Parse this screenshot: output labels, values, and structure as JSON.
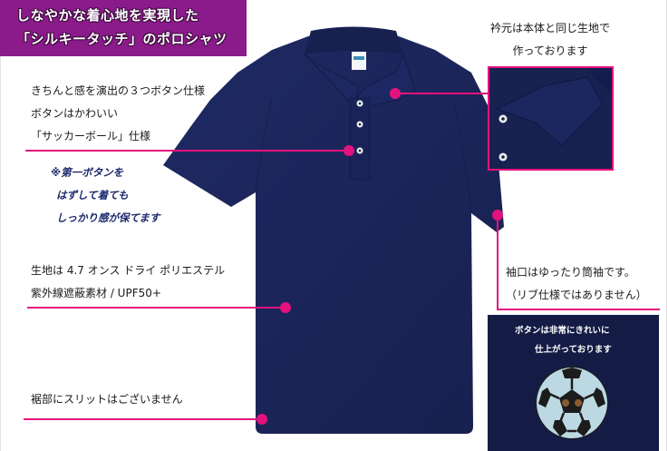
{
  "title": {
    "line1": "しなやかな着心地を実現した",
    "line2": "「シルキータッチ」のポロシャツ"
  },
  "annotations": {
    "buttons": {
      "line1": "きちんと感を演出の３つボタン仕様",
      "line2": "ボタンはかわいい",
      "line3": "「サッカーボール」仕様"
    },
    "first_button_note": {
      "line1": "※第一ボタンを",
      "line2": "はずして着ても",
      "line3": "しっかり感が保てます"
    },
    "fabric": {
      "line1": "生地は 4.7 オンス ドライ ポリエステル",
      "line2": "紫外線遮蔽素材 / UPF50+"
    },
    "hem": {
      "line1": "裾部にスリットはございません"
    },
    "collar": {
      "line1": "衿元は本体と同じ生地で",
      "line2": "作っております"
    },
    "sleeve": {
      "line1": "袖口はゆったり筒袖です。",
      "line2": "（リブ仕様ではありません）"
    },
    "button_detail": {
      "line1": "ボタンは非常にきれいに",
      "line2": "仕上がっております"
    }
  },
  "colors": {
    "banner": "#8b1a8b",
    "accent_line": "#e4127d",
    "shirt_navy": "#1b2458",
    "note_blue": "#1d2a6e",
    "detail_box": "#141c45"
  },
  "icons": {
    "shirt": "polo-shirt-image",
    "button": "soccer-ball-button",
    "callout": "callout-dot"
  }
}
